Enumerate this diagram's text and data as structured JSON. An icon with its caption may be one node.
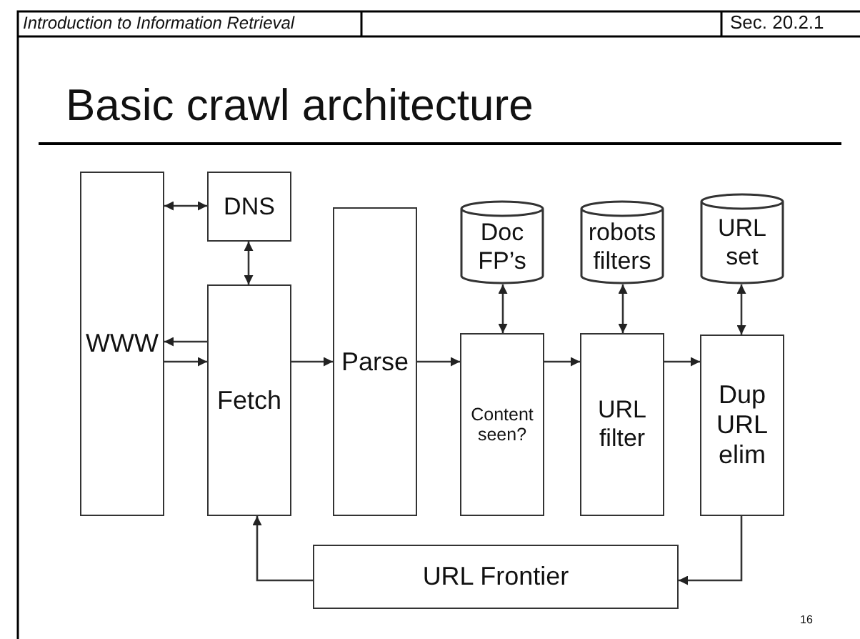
{
  "diagram": {
    "title": "Basic crawl architecture",
    "nodes": [
      {
        "text": [
          "WWW"
        ]
      },
      {
        "text": [
          "DNS"
        ]
      },
      {
        "text": [
          "Fetch"
        ]
      },
      {
        "text": [
          "Parse"
        ]
      },
      {
        "text": [
          "Doc FP’s"
        ]
      },
      {
        "text": [
          "robots filters"
        ]
      },
      {
        "text": [
          "URL set"
        ]
      },
      {
        "text": [
          "Content seen?"
        ]
      },
      {
        "text": [
          "URL filter"
        ]
      },
      {
        "text": [
          "Dup URL elim"
        ]
      },
      {
        "text": [
          "URL Frontier"
        ]
      }
    ],
    "edges": [
      {
        "from": 0,
        "to": 1,
        "arrow": "both"
      },
      {
        "from": 1,
        "to": 2,
        "arrow": "both"
      },
      {
        "from": 2,
        "to": 0,
        "arrow": "to"
      },
      {
        "from": 0,
        "to": 2,
        "arrow": "to"
      },
      {
        "from": 2,
        "to": 3,
        "arrow": "to"
      },
      {
        "from": 3,
        "to": 7,
        "arrow": "to"
      },
      {
        "from": 7,
        "to": 8,
        "arrow": "to"
      },
      {
        "from": 8,
        "to": 9,
        "arrow": "to"
      },
      {
        "from": 4,
        "to": 7,
        "arrow": "both"
      },
      {
        "from": 5,
        "to": 8,
        "arrow": "both"
      },
      {
        "from": 6,
        "to": 9,
        "arrow": "both"
      },
      {
        "from": 9,
        "to": 10,
        "arrow": "to"
      },
      {
        "from": 10,
        "to": 2,
        "arrow": "to"
      }
    ],
    "labels": [
      "Introduction to Information Retrieval",
      "Sec. 20.2.1",
      "16"
    ]
  }
}
